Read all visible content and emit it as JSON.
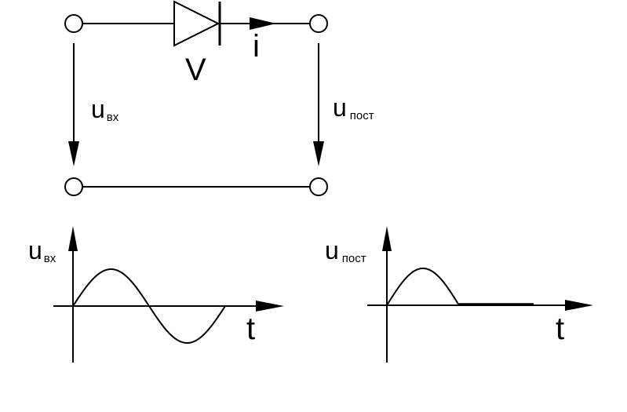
{
  "circuit": {
    "diode_label": "V",
    "current_label": "i",
    "input_voltage": {
      "main": "u",
      "sub": "вх"
    },
    "output_voltage": {
      "main": "u",
      "sub": "пост"
    }
  },
  "plots": [
    {
      "y_label": {
        "main": "u",
        "sub": "вх"
      },
      "x_label": "t",
      "waveform": "sine"
    },
    {
      "y_label": {
        "main": "u",
        "sub": "пост"
      },
      "x_label": "t",
      "waveform": "half-wave-rectified"
    }
  ],
  "colors": {
    "ink": "#000000",
    "background": "#ffffff"
  }
}
